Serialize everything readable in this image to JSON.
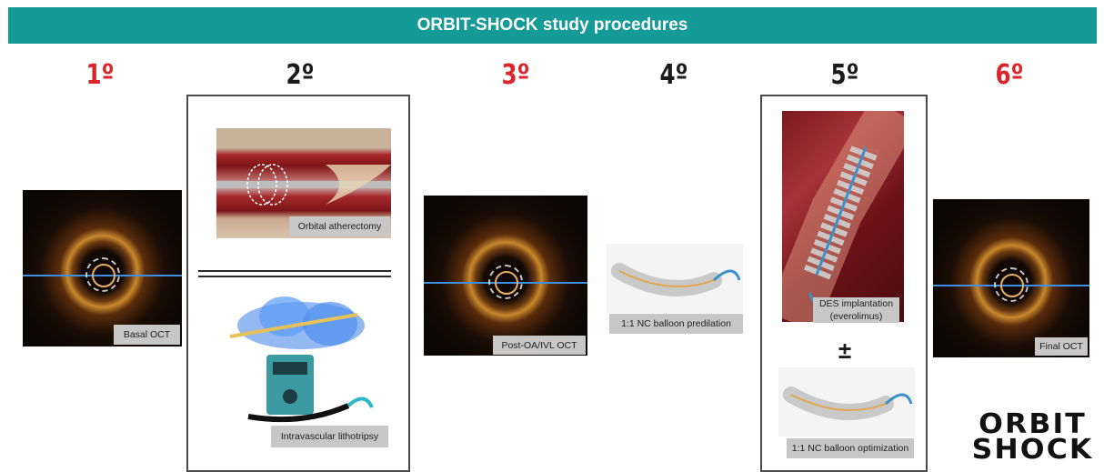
{
  "header": {
    "title": "ORBIT-SHOCK study procedures"
  },
  "steps": [
    {
      "label": "1º",
      "color": "#d8262b",
      "caption": "Basal OCT"
    },
    {
      "label": "2º",
      "color": "#1b1b1b",
      "captions": [
        "Orbital atherectomy",
        "Intravascular lithotripsy"
      ]
    },
    {
      "label": "3º",
      "color": "#d8262b",
      "caption": "Post-OA/IVL OCT"
    },
    {
      "label": "4º",
      "color": "#1b1b1b",
      "caption": "1:1 NC balloon predilation"
    },
    {
      "label": "5º",
      "color": "#1b1b1b",
      "captions": [
        "DES implantation (everolimus)",
        "1:1 NC balloon optimization"
      ],
      "connector": "±"
    },
    {
      "label": "6º",
      "color": "#d8262b",
      "caption": "Final OCT"
    }
  ],
  "logo": {
    "line1": "ORBIT",
    "line2": "SHOCK"
  }
}
